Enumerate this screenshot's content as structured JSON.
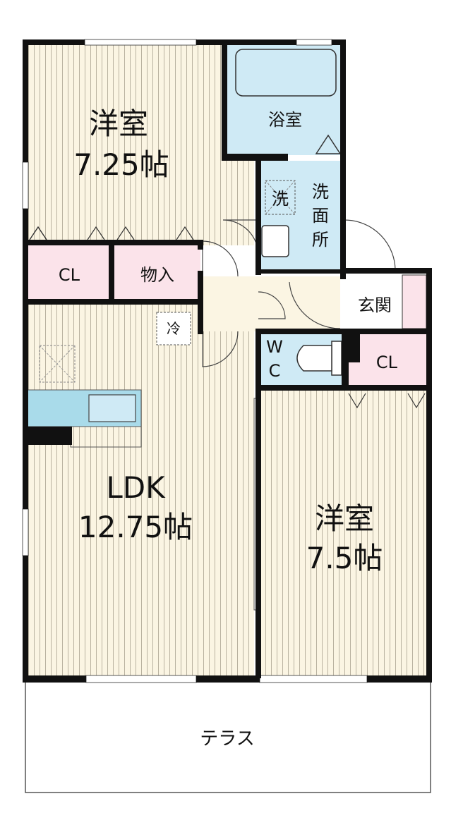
{
  "rooms": {
    "western1": {
      "name": "洋室",
      "size": "7.25帖"
    },
    "bath": {
      "name": "浴室"
    },
    "washroom": {
      "name": "洗面所",
      "line1": "洗",
      "line2": "面",
      "line3": "所"
    },
    "washer": {
      "label": "洗"
    },
    "closet1": {
      "name": "CL"
    },
    "storage": {
      "name": "物入"
    },
    "entrance": {
      "name": "玄関"
    },
    "fridge": {
      "label": "冷"
    },
    "wc": {
      "line1": "W",
      "line2": "C"
    },
    "closet2": {
      "name": "CL"
    },
    "ldk": {
      "name": "LDK",
      "size": "12.75帖"
    },
    "western2": {
      "name": "洋室",
      "size": "7.5帖"
    },
    "terrace": {
      "name": "テラス"
    }
  },
  "colors": {
    "floor_wood": "#fbf5e3",
    "floor_grain": "#b9b2a0",
    "bath_blue": "#cfeaf5",
    "closet_pink": "#fbe3ea",
    "kitchen_blue": "#a9dbea",
    "wall": "#111111"
  }
}
